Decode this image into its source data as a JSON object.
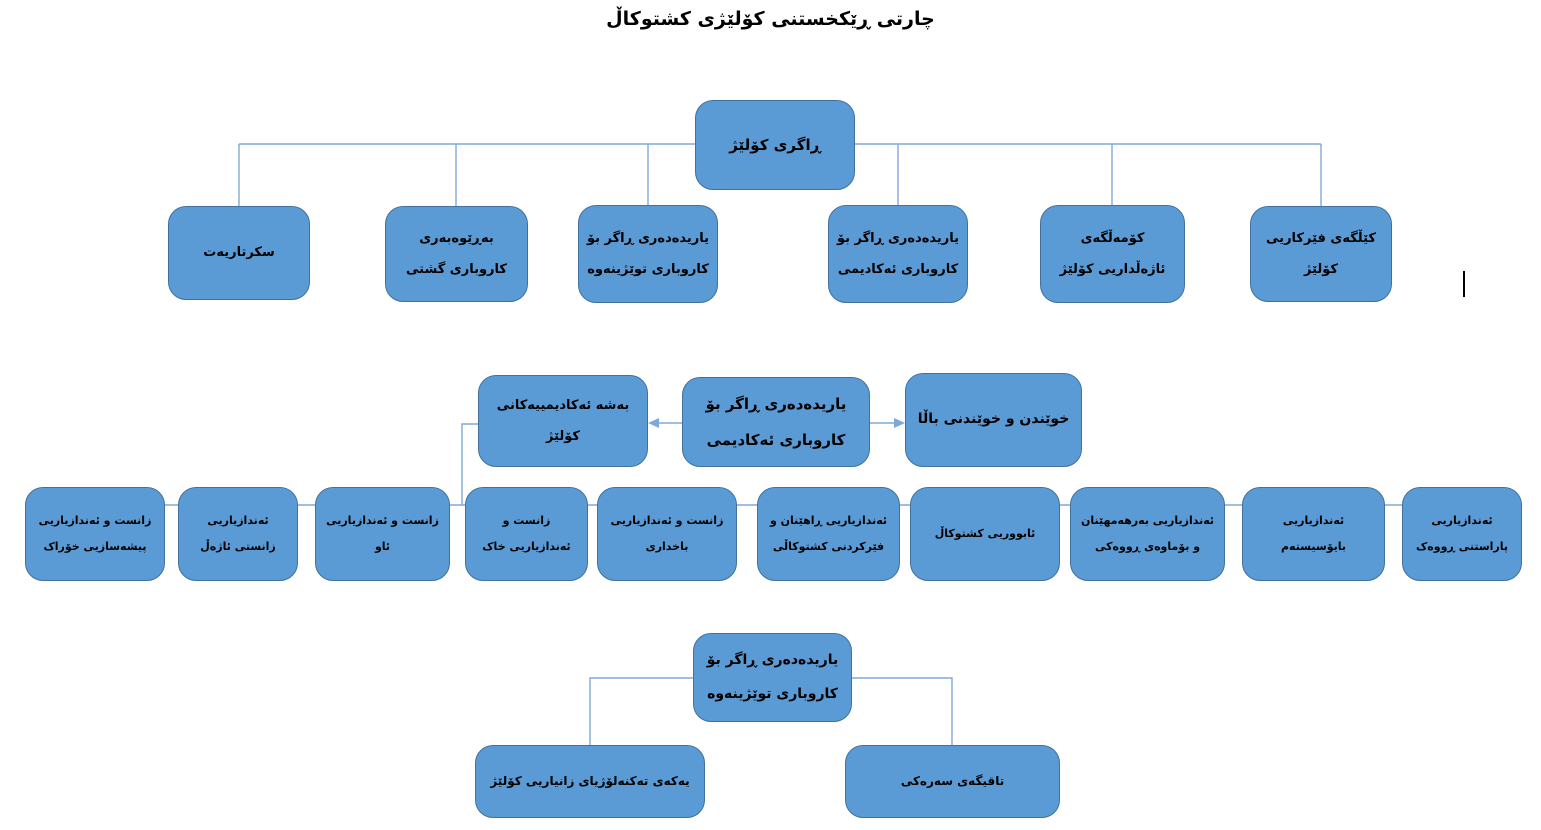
{
  "title": "چارتی ڕێکخستنی کۆلێژی کشتوکاڵ",
  "colors": {
    "box_fill": "#5B9BD5",
    "box_border": "#41719C",
    "connector": "#7FA8D9",
    "text": "#000000",
    "background": "#FFFFFF"
  },
  "nodes": {
    "dean": "ڕاگری کۆلێژ",
    "secretariat": "سکرتاریەت",
    "general_affairs": "بەڕێوەبەری\nکاروباری گشتی",
    "asst_research_top": "یاریدەدەری ڕاگر بۆ\nکاروباری توێژینەوە",
    "asst_academic_top": "یاریدەدەری ڕاگر بۆ\nکاروباری ئەکادیمی",
    "animal_community": "کۆمەڵگەی\nئاژەڵداریی کۆلێژ",
    "teaching_farm": "کێڵگەی فێرکاریی\nکۆلێژ",
    "academic_departments": "بەشە ئەکادیمییەکانی\nکۆلێژ",
    "asst_academic_mid": "یاریدەدەری ڕاگر بۆ\nکاروباری ئەکادیمی",
    "higher_studies": "خوێندن و خوێندنی باڵا",
    "departments": [
      "زانست و ئەندازیاریی\nپیشەسازیی خۆراک",
      "ئەندازیاریی\nزانستی ئاژەڵ",
      "زانست و ئەندازیاریی\nئاو",
      "زانست و\nئەندازیاریی خاک",
      "زانست و ئەندازیاریی\nباخداری",
      "ئەندازیاریی ڕاهێنان و\nفێرکردنی کشتوکاڵی",
      "ئابووریی کشتوکاڵ",
      "ئەندازیاریی بەرهەمهێنان\nو بۆماوەی ڕووەکی",
      "ئەندازیاریی\nبایۆسیستەم",
      "ئەندازیاریی\nپاراستنی ڕووەک"
    ],
    "asst_research_bottom": "یاریدەدەری ڕاگر بۆ\nکاروباری توێژینەوە",
    "it_unit": "یەکەی تەکنەلۆژیای زانیاریی کۆلێژ",
    "main_lab": "تاقیگەی سەرەکی"
  }
}
